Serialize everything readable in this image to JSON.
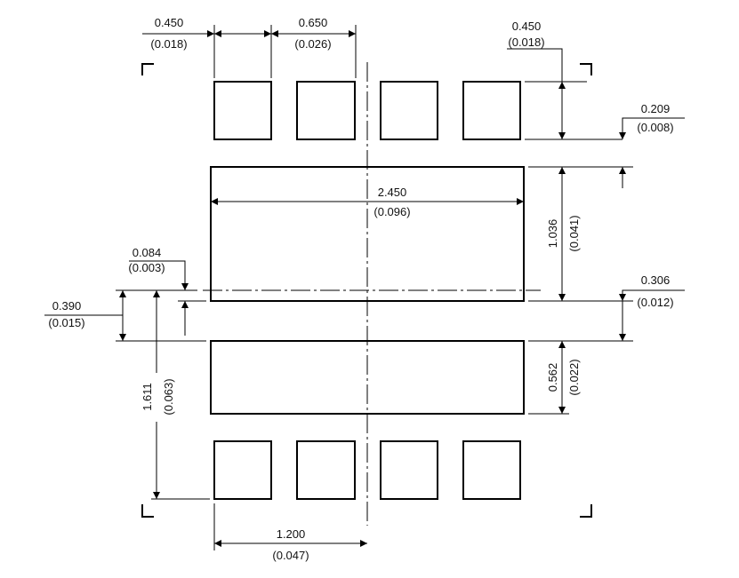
{
  "dimensions": {
    "pad_width": {
      "mm": "0.450",
      "in": "(0.018)"
    },
    "pad_pitch": {
      "mm": "0.650",
      "in": "(0.026)"
    },
    "pad_height": {
      "mm": "0.450",
      "in": "(0.018)"
    },
    "pad_to_bar_gap": {
      "mm": "0.209",
      "in": "(0.008)"
    },
    "bar_width": {
      "mm": "2.450",
      "in": "(0.096)"
    },
    "upper_bar_height": {
      "mm": "1.036",
      "in": "(0.041)"
    },
    "center_offset": {
      "mm": "0.084",
      "in": "(0.003)"
    },
    "bar_gap": {
      "mm": "0.306",
      "in": "(0.012)"
    },
    "bar_spacing": {
      "mm": "0.390",
      "in": "(0.015)"
    },
    "overall_height": {
      "mm": "1.611",
      "in": "(0.063)"
    },
    "lower_bar_height": {
      "mm": "0.562",
      "in": "(0.022)"
    },
    "half_width": {
      "mm": "1.200",
      "in": "(0.047)"
    }
  }
}
